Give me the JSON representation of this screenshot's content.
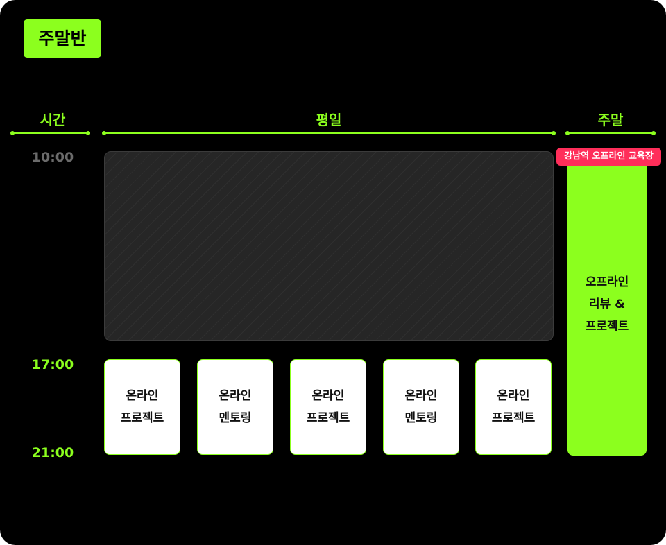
{
  "title": "주말반",
  "headers": {
    "time": "시간",
    "weekday": "평일",
    "weekend": "주말"
  },
  "times": {
    "start": "10:00",
    "mid": "17:00",
    "end": "21:00"
  },
  "weekday_cards": [
    {
      "line1": "온라인",
      "line2": "프로젝트"
    },
    {
      "line1": "온라인",
      "line2": "멘토링"
    },
    {
      "line1": "온라인",
      "line2": "프로젝트"
    },
    {
      "line1": "온라인",
      "line2": "멘토링"
    },
    {
      "line1": "온라인",
      "line2": "프로젝트"
    }
  ],
  "weekend": {
    "tag": "강남역 오프라인 교육장",
    "line1": "오프라인",
    "line2": "리뷰 &",
    "line3": "프로젝트"
  },
  "colors": {
    "accent": "#8cff1e",
    "tag": "#ff2e5a",
    "background": "#000000"
  }
}
